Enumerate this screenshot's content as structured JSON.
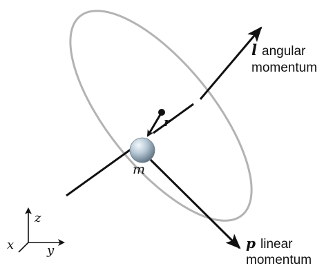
{
  "colors": {
    "orbit": "#b3b3b3",
    "lines": "#111111",
    "sphere_light": "#e9f0f6",
    "sphere_mid": "#a9bccb",
    "sphere_dark": "#5e7384",
    "background": "#ffffff"
  },
  "labels": {
    "angular_symbol": "l",
    "angular_line1": "angular",
    "angular_line2": "momentum",
    "linear_symbol": "p",
    "linear_line1": "linear",
    "linear_line2": "momentum",
    "radius_symbol": "r",
    "mass_symbol": "m"
  },
  "axes": {
    "z_label": "z",
    "x_label": "x",
    "y_label": "y"
  }
}
